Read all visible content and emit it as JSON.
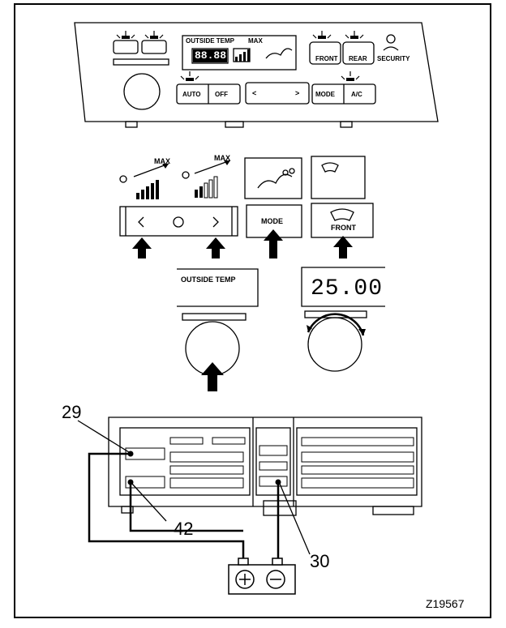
{
  "diagram_id": "Z19567",
  "callouts": {
    "c29": "29",
    "c42": "42",
    "c30": "30"
  },
  "panel": {
    "lcd_label": "OUTSIDE TEMP",
    "lcd_digits": "88.88",
    "lcd_max": "MAX",
    "buttons": {
      "auto": "AUTO",
      "off": "OFF",
      "mode": "MODE",
      "ac": "A/C",
      "front": "FRONT",
      "rear": "REAR",
      "security": "SECURITY"
    },
    "fan_left": "<",
    "fan_right": ">"
  },
  "detail": {
    "max_1": "MAX",
    "max_2": "MAX",
    "mode": "MODE",
    "front": "FRONT",
    "fan_left": "<",
    "fan_right": ">",
    "outside_temp": "OUTSIDE TEMP",
    "temp_value": "25.00"
  },
  "battery": {
    "plus": "⊕",
    "minus": "⊖"
  }
}
